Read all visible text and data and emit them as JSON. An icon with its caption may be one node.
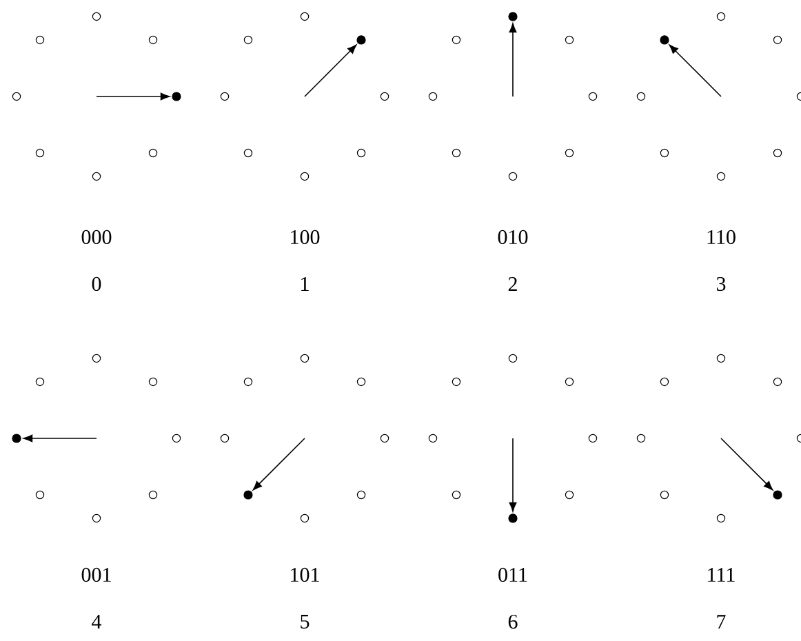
{
  "diagram": {
    "nodes": [
      {
        "text": [],
        "shape": "circle"
      },
      {
        "text": [],
        "shape": "circle"
      },
      {
        "text": [],
        "shape": "circle"
      },
      {
        "text": [],
        "shape": "circle"
      },
      {
        "text": [],
        "shape": "dot"
      },
      {
        "text": [],
        "shape": "circle"
      },
      {
        "text": [],
        "shape": "circle"
      },
      {
        "text": [],
        "shape": "circle"
      },
      {
        "text": [],
        "shape": "circle"
      },
      {
        "text": [],
        "shape": "circle"
      },
      {
        "text": [],
        "shape": "dot"
      },
      {
        "text": [],
        "shape": "circle"
      },
      {
        "text": [],
        "shape": "circle"
      },
      {
        "text": [],
        "shape": "circle"
      },
      {
        "text": [],
        "shape": "circle"
      },
      {
        "text": [],
        "shape": "circle"
      },
      {
        "text": [],
        "shape": "dot"
      },
      {
        "text": [],
        "shape": "circle"
      },
      {
        "text": [],
        "shape": "circle"
      },
      {
        "text": [],
        "shape": "circle"
      },
      {
        "text": [],
        "shape": "circle"
      },
      {
        "text": [],
        "shape": "circle"
      },
      {
        "text": [],
        "shape": "circle"
      },
      {
        "text": [],
        "shape": "circle"
      },
      {
        "text": [],
        "shape": "circle"
      },
      {
        "text": [],
        "shape": "dot"
      },
      {
        "text": [],
        "shape": "circle"
      },
      {
        "text": [],
        "shape": "circle"
      },
      {
        "text": [],
        "shape": "circle"
      },
      {
        "text": [],
        "shape": "circle"
      },
      {
        "text": [],
        "shape": "circle"
      },
      {
        "text": [],
        "shape": "circle"
      },
      {
        "text": [],
        "shape": "circle"
      },
      {
        "text": [],
        "shape": "circle"
      },
      {
        "text": [],
        "shape": "circle"
      },
      {
        "text": [],
        "shape": "dot"
      },
      {
        "text": [],
        "shape": "circle"
      },
      {
        "text": [],
        "shape": "circle"
      },
      {
        "text": [],
        "shape": "circle"
      },
      {
        "text": [],
        "shape": "circle"
      },
      {
        "text": [],
        "shape": "circle"
      },
      {
        "text": [],
        "shape": "circle"
      },
      {
        "text": [],
        "shape": "circle"
      },
      {
        "text": [],
        "shape": "circle"
      },
      {
        "text": [],
        "shape": "circle"
      },
      {
        "text": [],
        "shape": "dot"
      },
      {
        "text": [],
        "shape": "circle"
      },
      {
        "text": [],
        "shape": "circle"
      },
      {
        "text": [],
        "shape": "circle"
      },
      {
        "text": [],
        "shape": "circle"
      },
      {
        "text": [],
        "shape": "circle"
      },
      {
        "text": [],
        "shape": "circle"
      },
      {
        "text": [],
        "shape": "circle"
      },
      {
        "text": [],
        "shape": "circle"
      },
      {
        "text": [],
        "shape": "circle"
      },
      {
        "text": [],
        "shape": "dot"
      },
      {
        "text": [],
        "shape": "circle"
      },
      {
        "text": [],
        "shape": "circle"
      },
      {
        "text": [],
        "shape": "circle"
      },
      {
        "text": [],
        "shape": "circle"
      },
      {
        "text": [],
        "shape": "circle"
      },
      {
        "text": [],
        "shape": "circle"
      },
      {
        "text": [],
        "shape": "dot"
      },
      {
        "text": [],
        "shape": "circle"
      }
    ],
    "edges": [
      {
        "from": null,
        "to": 4,
        "arrow": "to"
      },
      {
        "from": null,
        "to": 10,
        "arrow": "to"
      },
      {
        "from": null,
        "to": 16,
        "arrow": "to"
      },
      {
        "from": null,
        "to": 25,
        "arrow": "to"
      },
      {
        "from": null,
        "to": 35,
        "arrow": "to"
      },
      {
        "from": null,
        "to": 45,
        "arrow": "to"
      },
      {
        "from": null,
        "to": 55,
        "arrow": "to"
      },
      {
        "from": null,
        "to": 62,
        "arrow": "to"
      }
    ],
    "labels": [
      "000",
      "100",
      "010",
      "110",
      "0",
      "1",
      "2",
      "3",
      "001",
      "101",
      "011",
      "111",
      "4",
      "5",
      "6",
      "7"
    ]
  }
}
